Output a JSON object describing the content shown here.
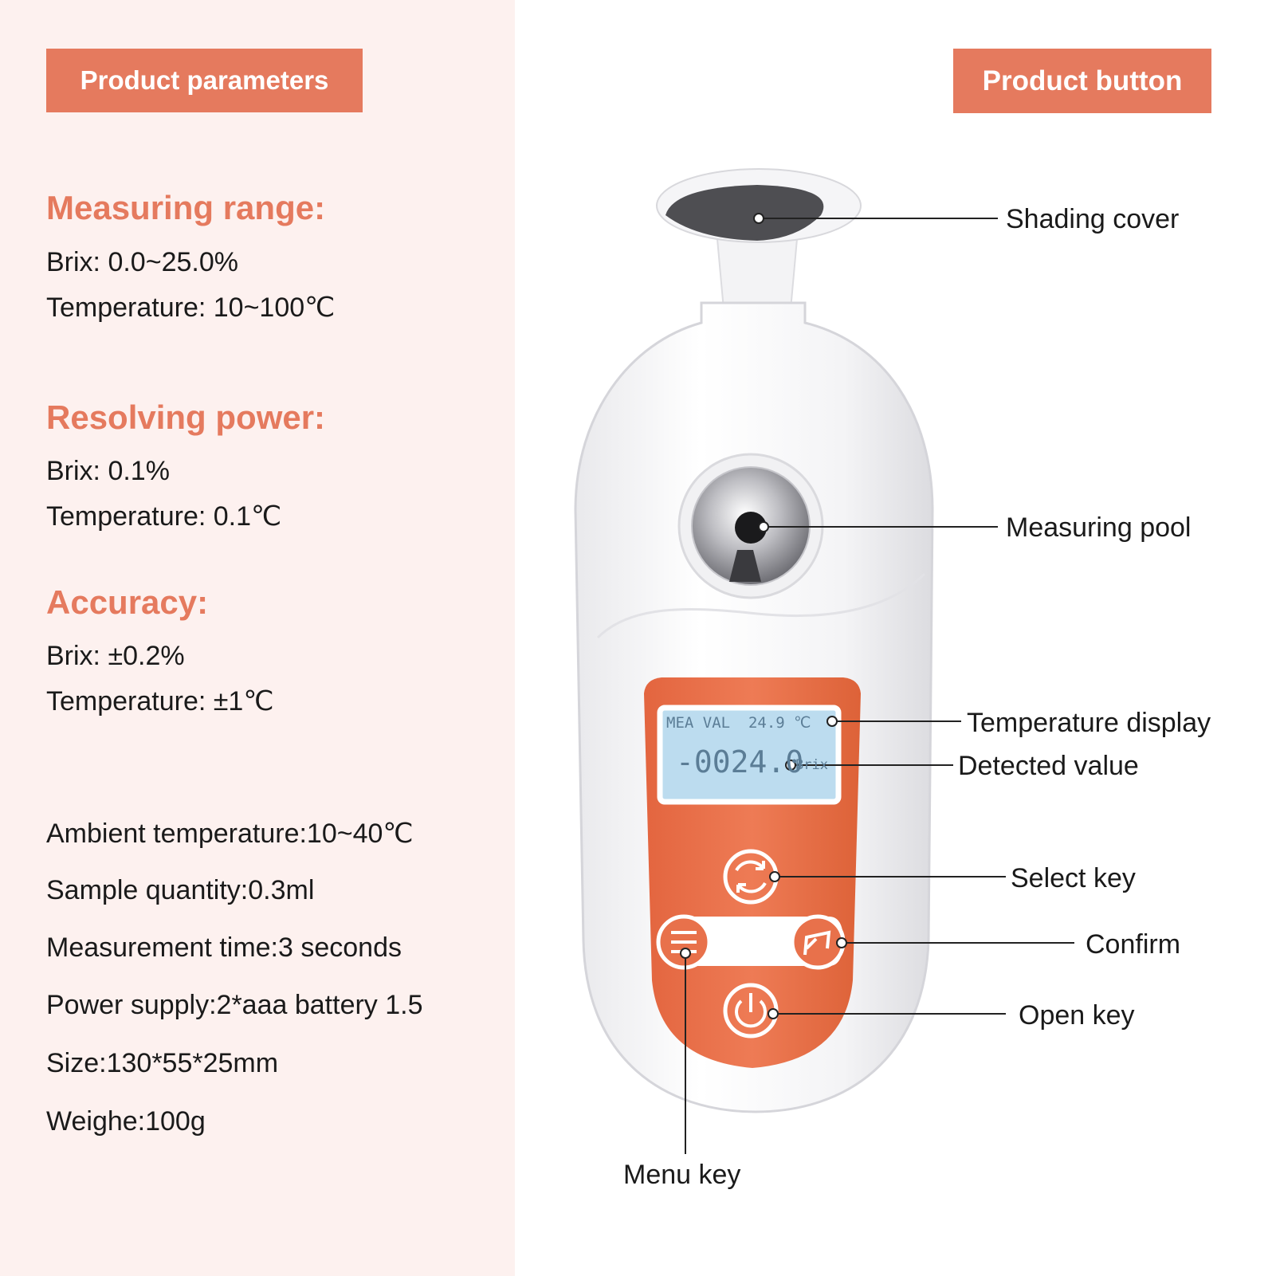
{
  "left": {
    "tag": "Product parameters",
    "measuring_range": {
      "title": "Measuring range:",
      "lines": [
        "Brix: 0.0~25.0%",
        "Temperature: 10~100℃"
      ]
    },
    "resolving_power": {
      "title": "Resolving power:",
      "lines": [
        "Brix: 0.1%",
        "Temperature: 0.1℃"
      ]
    },
    "accuracy": {
      "title": "Accuracy:",
      "lines": [
        "Brix: ±0.2%",
        "Temperature: ±1℃"
      ]
    },
    "specs": [
      "Ambient temperature:10~40℃",
      "Sample quantity:0.3ml",
      "Measurement time:3 seconds",
      "Power supply:2*aaa battery 1.5",
      "Size:130*55*25mm",
      "Weighe:100g"
    ]
  },
  "right": {
    "tag": "Product button",
    "labels": {
      "shading_cover": "Shading cover",
      "measuring_pool": "Measuring pool",
      "temperature_display": "Temperature display",
      "detected_value": "Detected value",
      "select_key": "Select key",
      "confirm": "Confirm",
      "open_key": "Open key",
      "menu_key": "Menu key"
    },
    "lcd": {
      "top_line": "MEA VAL  24.9 ℃",
      "value": "-0024.0",
      "unit": "Brix"
    }
  },
  "colors": {
    "accent": "#e57a5e",
    "panel_bg": "#fdf1ef",
    "device_orange": "#e8714b",
    "lcd": "#bcdcef"
  }
}
